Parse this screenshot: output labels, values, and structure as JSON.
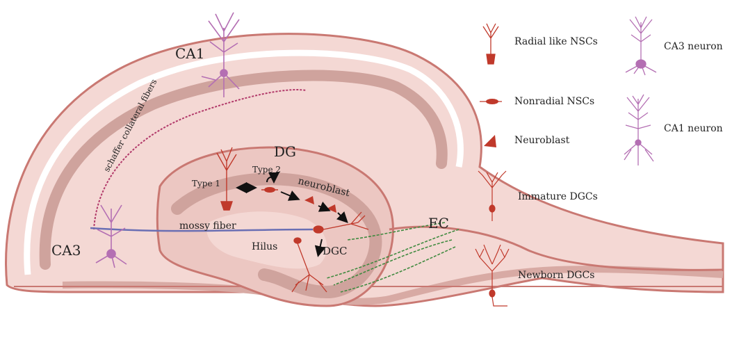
{
  "diagram": {
    "region_labels": {
      "ca1": "CA1",
      "ca3": "CA3",
      "dg": "DG",
      "ec": "EC",
      "hilus": "Hilus"
    },
    "pathway_labels": {
      "schaffer": "schaffer collateral fibers",
      "mossy": "mossy fiber"
    },
    "cell_labels": {
      "type1": "Type 1",
      "type2": "Type 2",
      "neuroblast": "neuroblast",
      "dgc": "DGC"
    },
    "colors": {
      "tissue": "#f2d3cf",
      "tissue_outline": "#c97872",
      "band": "#cfa39d",
      "cell_red": "#c0392b",
      "neuron_purple": "#b46fb3",
      "fiber_green": "#3f8a3f",
      "mossy_blue": "#6a6fb4"
    }
  },
  "legend": {
    "items": [
      {
        "label": "Radial like NSCs",
        "icon": "radial-nsc-icon"
      },
      {
        "label": "Nonradial NSCs",
        "icon": "nonradial-nsc-icon"
      },
      {
        "label": "Neuroblast",
        "icon": "neuroblast-icon"
      },
      {
        "label": "Immature DGCs",
        "icon": "immature-dgc-icon"
      },
      {
        "label": "Newborn DGCs",
        "icon": "newborn-dgc-icon"
      },
      {
        "label": "CA3 neuron",
        "icon": "ca3-neuron-icon"
      },
      {
        "label": "CA1 neuron",
        "icon": "ca1-neuron-icon"
      }
    ]
  }
}
